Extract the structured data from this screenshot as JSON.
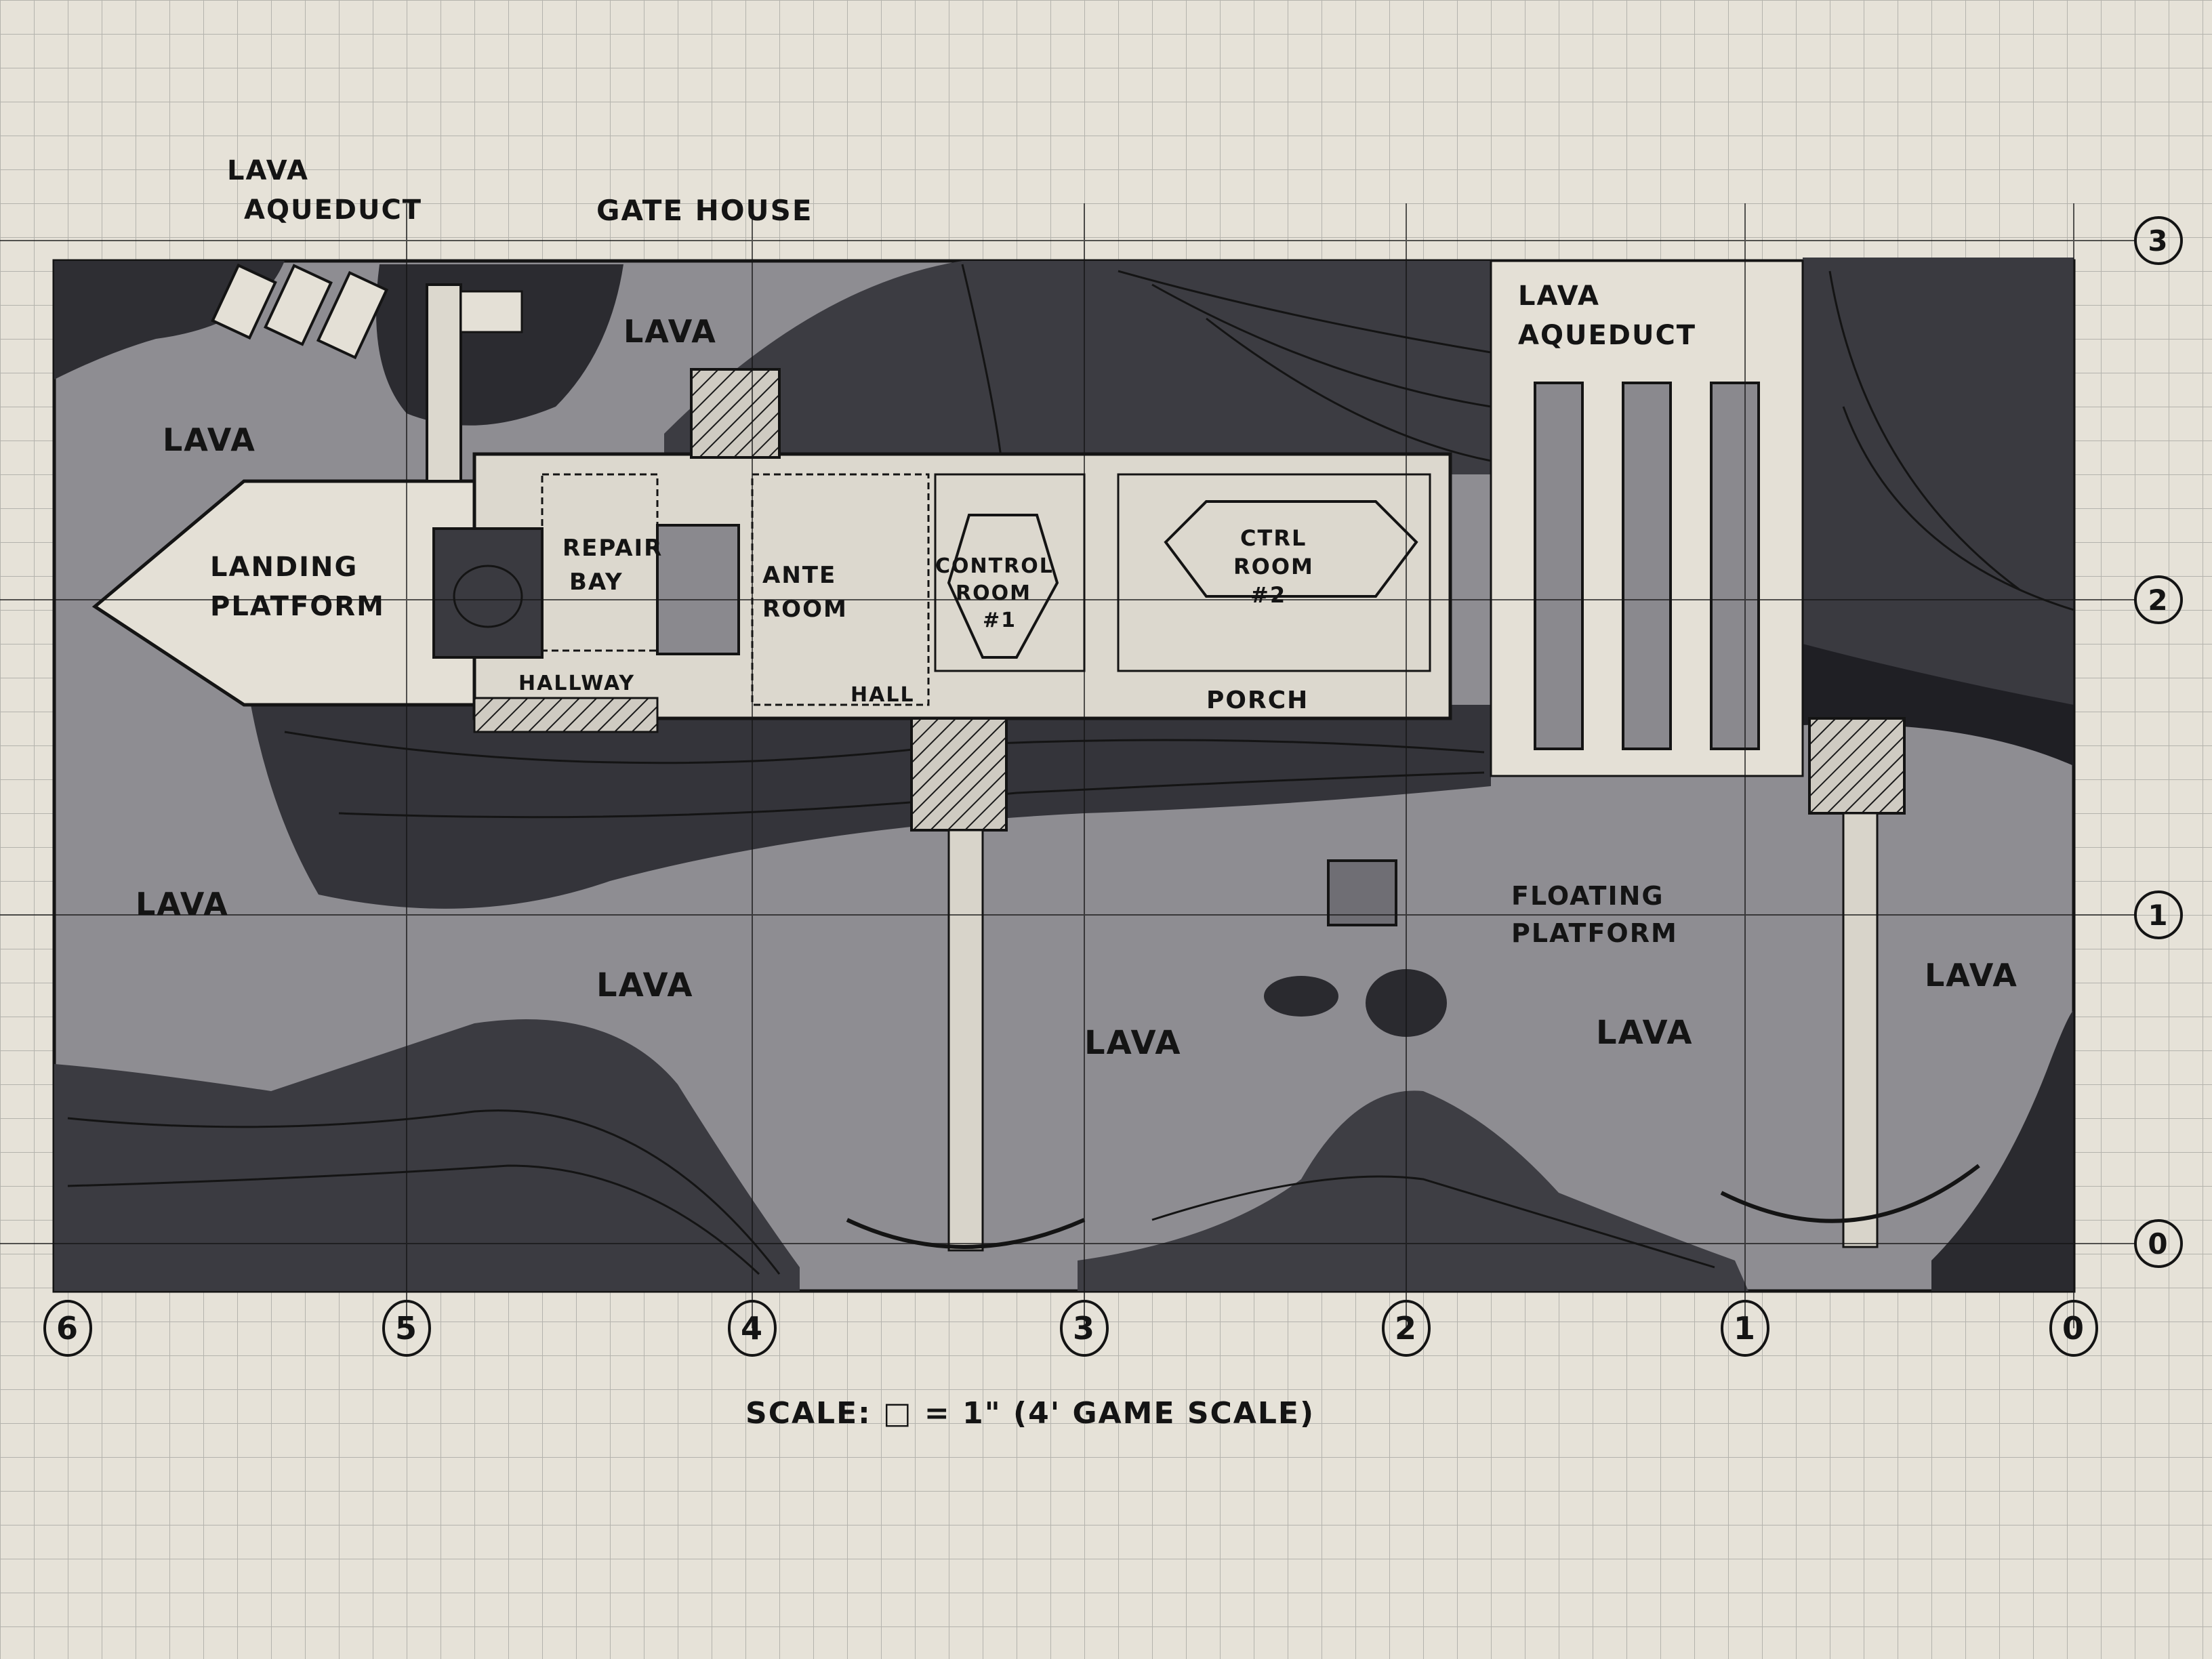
{
  "labels": {
    "lava_aqueduct_left": "LAVA\nAQUEDUCT",
    "gate_house": "GATE HOUSE",
    "lava_top_mid": "LAVA",
    "lava_top_left": "LAVA",
    "lava_aqueduct_right": "LAVA\nAQUEDUCT",
    "landing_platform": "LANDING\nPLATFORM",
    "repair_bay": "REPAIR\nBAY",
    "ante_room": "ANTE\nROOM",
    "control_room_1": "CONTROL\nROOM\n#1",
    "ctrl_room_2": "CTRL\nROOM\n#2",
    "hallway": "HALLWAY",
    "hall": "HALL",
    "porch": "PORCH",
    "floating_platform": "FLOATING\nPLATFORM",
    "lava_left": "LAVA",
    "lava_center_left": "LAVA",
    "lava_center": "LAVA",
    "lava_center_right": "LAVA",
    "lava_right": "LAVA"
  },
  "x_axis_markers": [
    "6",
    "5",
    "4",
    "3",
    "2",
    "1",
    "0"
  ],
  "y_axis_markers": [
    "3",
    "2",
    "1",
    "0"
  ],
  "scale_note": "SCALE: □ = 1\" (4' GAME SCALE)",
  "colors": {
    "paper": "#e8e4da",
    "grid": "#b9b8b2",
    "wash": "#85848a",
    "rock_dark": "#2e2e33",
    "ink": "#141414"
  }
}
